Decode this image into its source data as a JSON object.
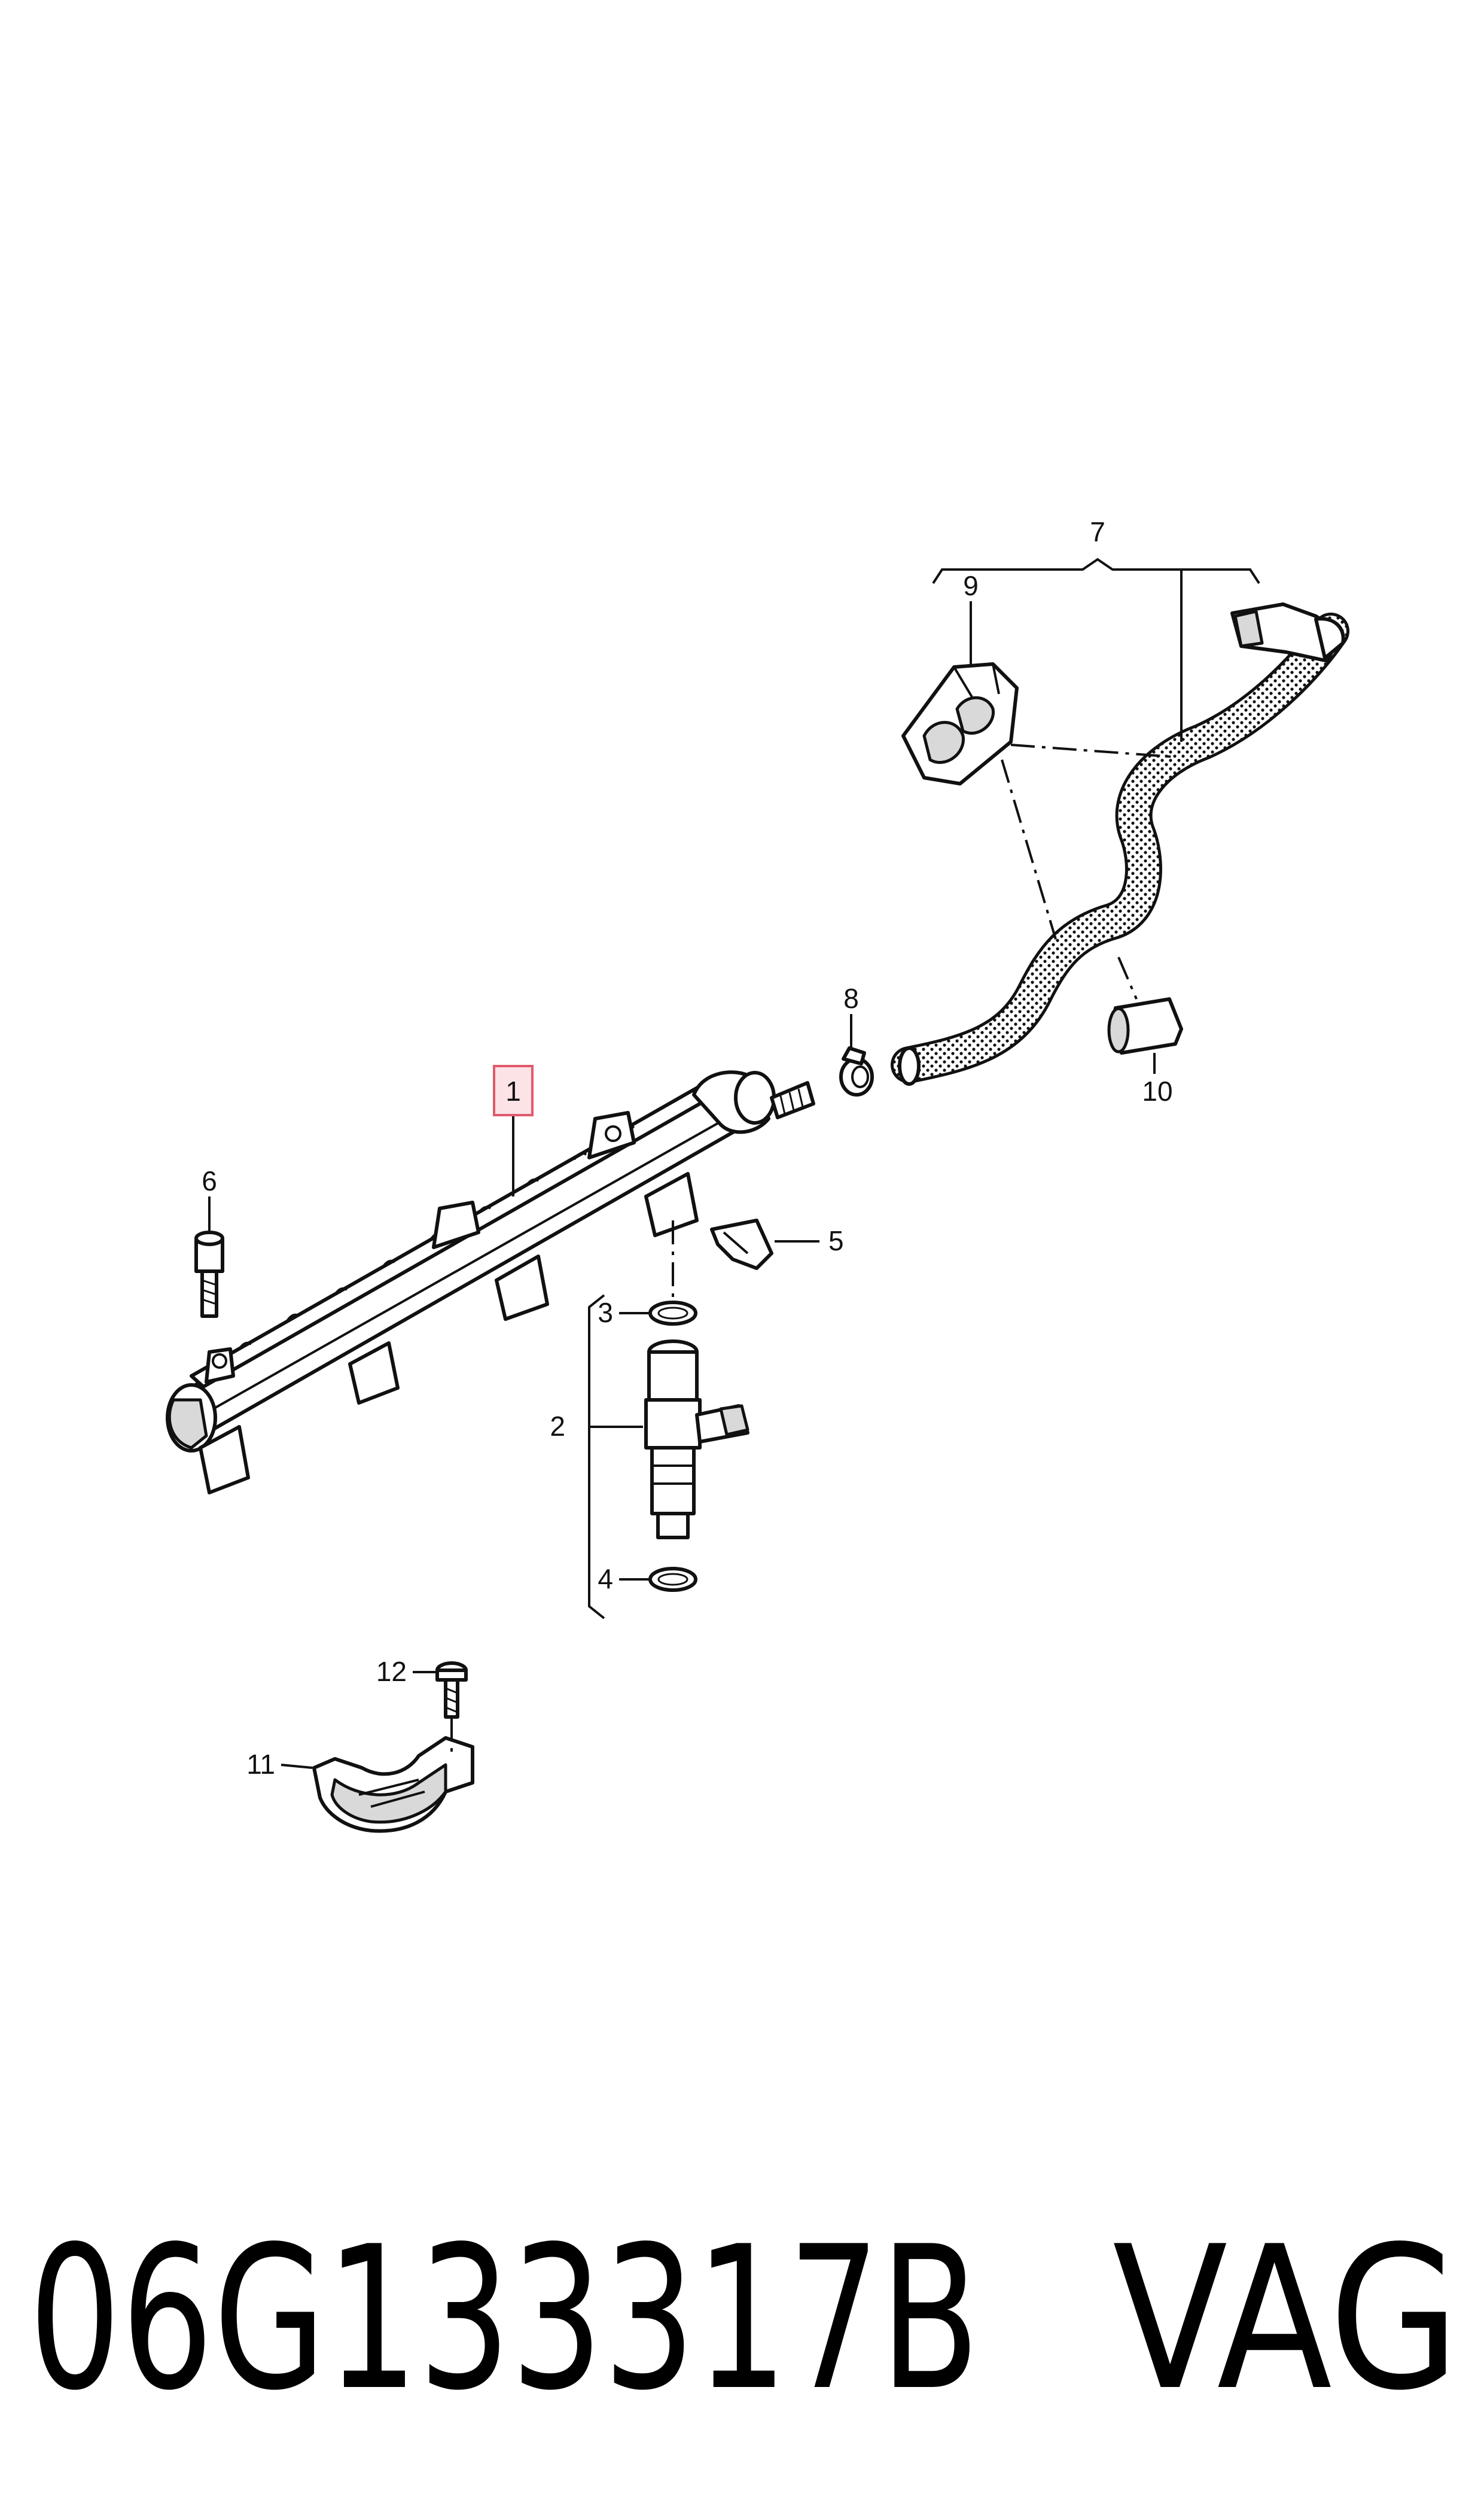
{
  "diagram": {
    "callouts": {
      "c1": "1",
      "c2": "2",
      "c3": "3",
      "c4": "4",
      "c5": "5",
      "c6": "6",
      "c7": "7",
      "c8": "8",
      "c9": "9",
      "c10": "10",
      "c11": "11",
      "c12": "12"
    },
    "highlighted_callout": "1",
    "highlight_color": "#e05a6a"
  },
  "footer": {
    "part_number": "06G133317B",
    "brand": "VAG"
  }
}
